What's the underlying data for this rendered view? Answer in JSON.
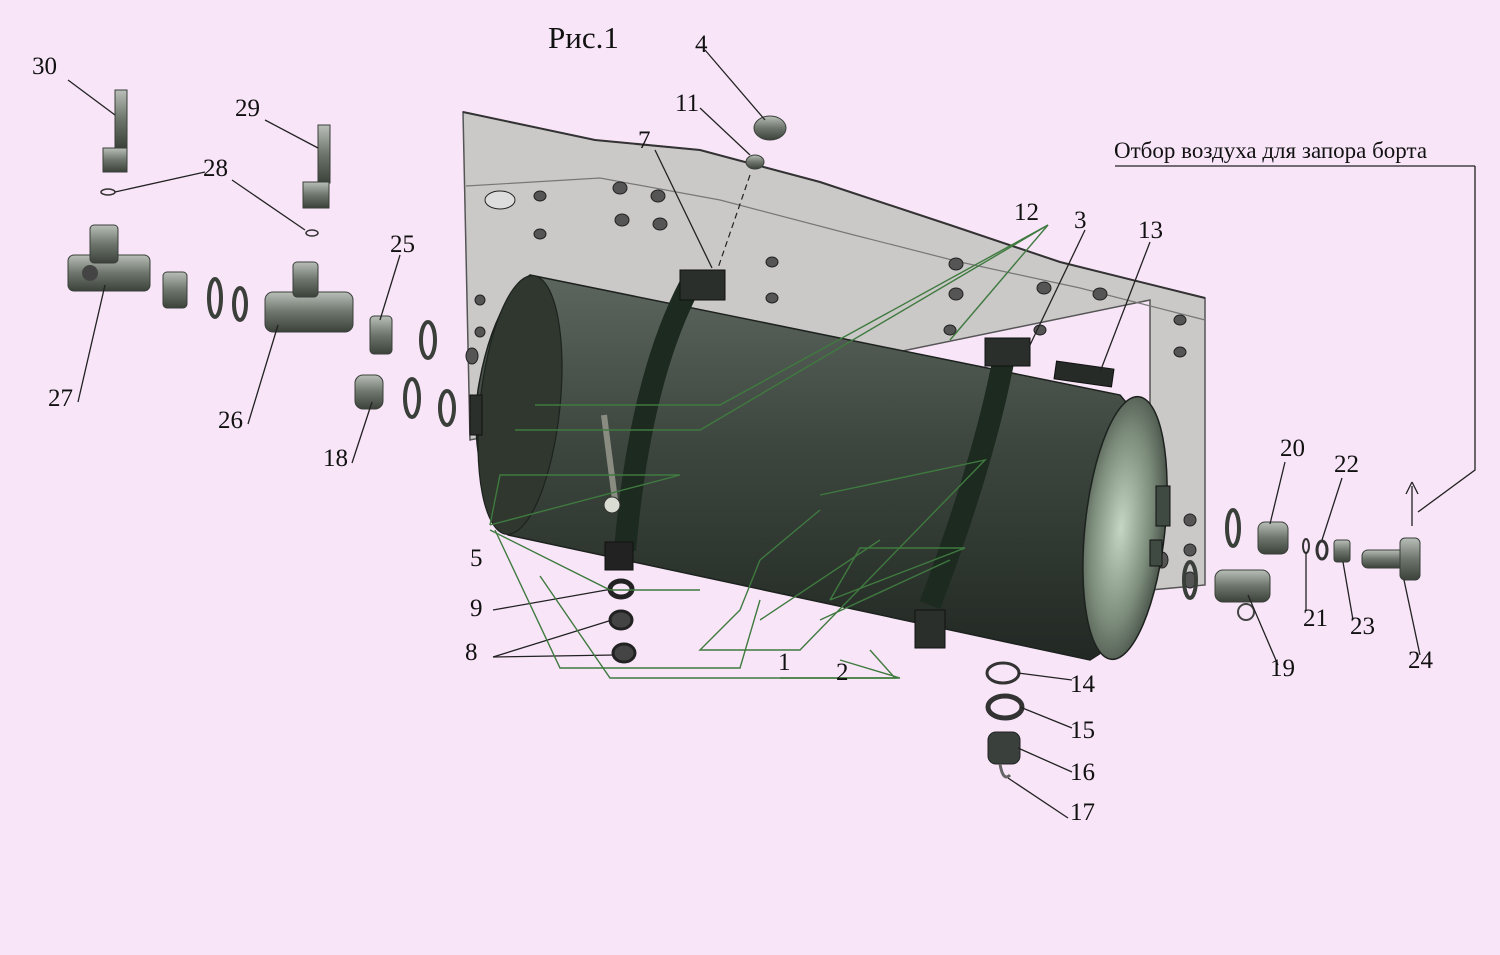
{
  "figure": {
    "title": "Рис.1",
    "note": "Отбор воздуха для запора борта"
  },
  "callouts": {
    "n1": "1",
    "n2": "2",
    "n3": "3",
    "n4": "4",
    "n5": "5",
    "n7": "7",
    "n8": "8",
    "n9": "9",
    "n11": "11",
    "n12": "12",
    "n13": "13",
    "n14": "14",
    "n15": "15",
    "n16": "16",
    "n17": "17",
    "n18": "18",
    "n19": "19",
    "n20": "20",
    "n21": "21",
    "n22": "22",
    "n23": "23",
    "n24": "24",
    "n25": "25",
    "n26": "26",
    "n27": "27",
    "n28": "28",
    "n29": "29",
    "n30": "30"
  },
  "colors": {
    "background": "#f8e6f8",
    "frame": "#c9c6c6",
    "tank": "#3f4a42",
    "leader_green": "#3f7a3f"
  }
}
